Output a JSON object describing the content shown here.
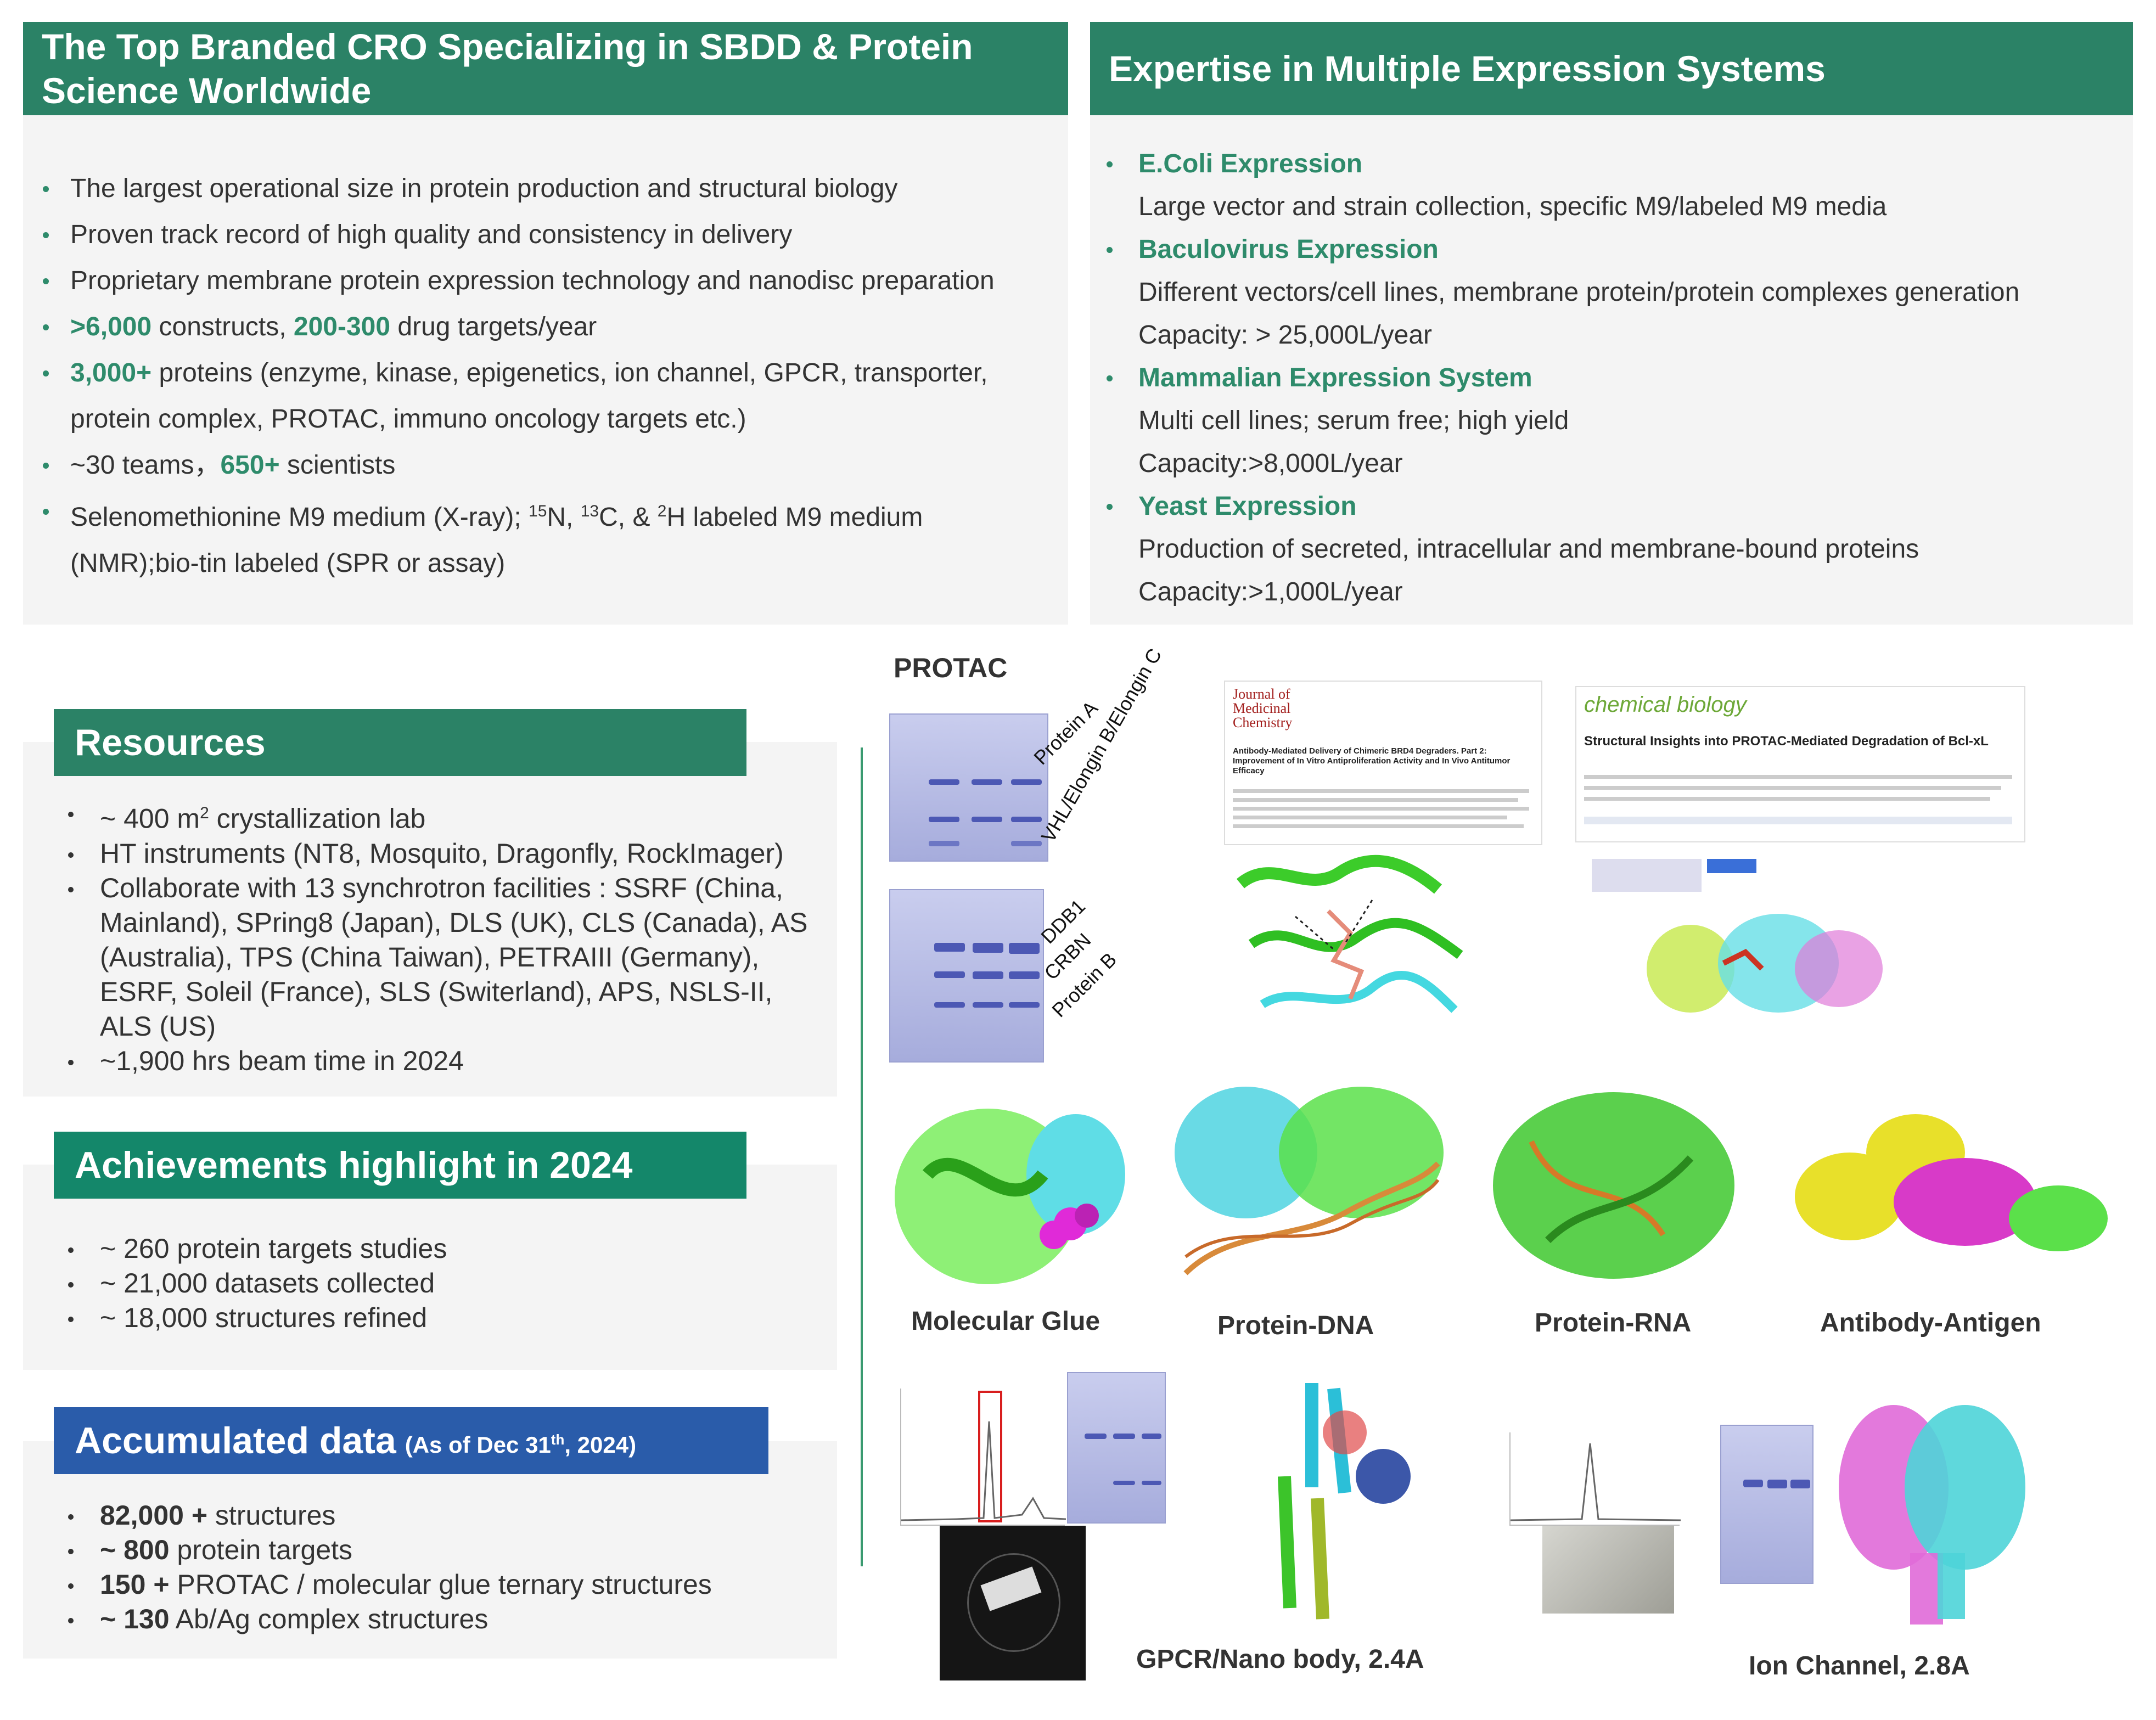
{
  "top_left": {
    "title": "The Top Branded CRO Specializing in SBDD & Protein Science Worldwide",
    "bullets": [
      {
        "text": "The largest operational size in protein production and structural biology"
      },
      {
        "text": "Proven track record of high quality and consistency in delivery"
      },
      {
        "text": "Proprietary membrane protein expression technology and nanodisc preparation"
      },
      {
        "hl1": ">6,000",
        "t1": " constructs, ",
        "hl2": "200-300",
        "t2": " drug targets/year"
      },
      {
        "hl1": "3,000+",
        "t1": " proteins (enzyme, kinase, epigenetics, ion channel, GPCR, transporter, protein complex, PROTAC, immuno oncology targets etc.)"
      },
      {
        "t0": "~30 teams，",
        "hl1": "650+",
        "t1": " scientists"
      },
      {
        "t0": "Selenomethionine M9 medium (X-ray); ",
        "s1": "15",
        "t1": "N, ",
        "s2": "13",
        "t2": "C, & ",
        "s3": "2",
        "t3": "H labeled M9 medium (NMR);bio-tin labeled (SPR or assay)"
      }
    ]
  },
  "top_right": {
    "title": "Expertise in Multiple Expression Systems",
    "systems": [
      {
        "name": "E.Coli Expression",
        "lines": [
          "Large vector and strain collection, specific M9/labeled M9 media"
        ]
      },
      {
        "name": "Baculovirus Expression",
        "lines": [
          "Different vectors/cell lines, membrane protein/protein complexes generation",
          "Capacity:  > 25,000L/year"
        ]
      },
      {
        "name": "Mammalian Expression System",
        "lines": [
          "Multi cell lines; serum free; high yield",
          "Capacity:>8,000L/year"
        ]
      },
      {
        "name": "Yeast Expression",
        "lines": [
          "Production of secreted, intracellular and membrane-bound proteins",
          "Capacity:>1,000L/year"
        ]
      }
    ]
  },
  "resources": {
    "title": "Resources",
    "b0_pre": "~ 400 m",
    "b0_sup": "2",
    "b0_post": " crystallization lab",
    "b1": "HT instruments (NT8, Mosquito, Dragonfly, RockImager)",
    "b2": "Collaborate with 13 synchrotron facilities : SSRF (China, Mainland), SPring8 (Japan), DLS (UK), CLS (Canada), AS (Australia), TPS (China Taiwan), PETRAIII (Germany), ESRF, Soleil (France), SLS (Switerland), APS, NSLS-II, ALS (US)",
    "b3": "~1,900 hrs beam time in 2024"
  },
  "achievements": {
    "title": "Achievements highlight in 2024",
    "items": [
      "~ 260 protein targets studies",
      "~ 21,000 datasets collected",
      "~ 18,000 structures refined"
    ]
  },
  "accumulated": {
    "title": "Accumulated data",
    "sub_pre": "(As of Dec 31",
    "sub_sup": "th",
    "sub_post": ", 2024)",
    "items": [
      {
        "bold": "82,000 +",
        "rest": " structures"
      },
      {
        "bold": "~ 800",
        "rest": " protein targets"
      },
      {
        "bold": "150 +",
        "rest": " PROTAC / molecular glue ternary structures"
      },
      {
        "bold": "~ 130",
        "rest": " Ab/Ag complex structures"
      }
    ]
  },
  "gallery": {
    "protac_label": "PROTAC",
    "gel_a_labels": [
      "Protein A",
      "VHL/Elongin B/Elongin C"
    ],
    "gel_b_labels": [
      "DDB1",
      "CRBN",
      "Protein B"
    ],
    "paper1_journal": "Journal of Medicinal Chemistry",
    "paper1_title": "Antibody-Mediated Delivery of Chimeric BRD4 Degraders. Part 2: Improvement of In Vitro Antiproliferation Activity and In Vivo Antitumor Efficacy",
    "paper2_journal": "chemical biology",
    "paper2_title": "Structural Insights into PROTAC-Mediated Degradation of Bcl-xL",
    "captions": [
      "Molecular Glue",
      "Protein-DNA",
      "Protein-RNA",
      "Antibody-Antigen",
      "GPCR/Nano body, 2.4A",
      "Ion Channel, 2.8A"
    ]
  },
  "colors": {
    "green": "#2b8266",
    "accent_text": "#2e8b6b",
    "blue": "#2a5caa",
    "panel": "#f4f4f4"
  }
}
